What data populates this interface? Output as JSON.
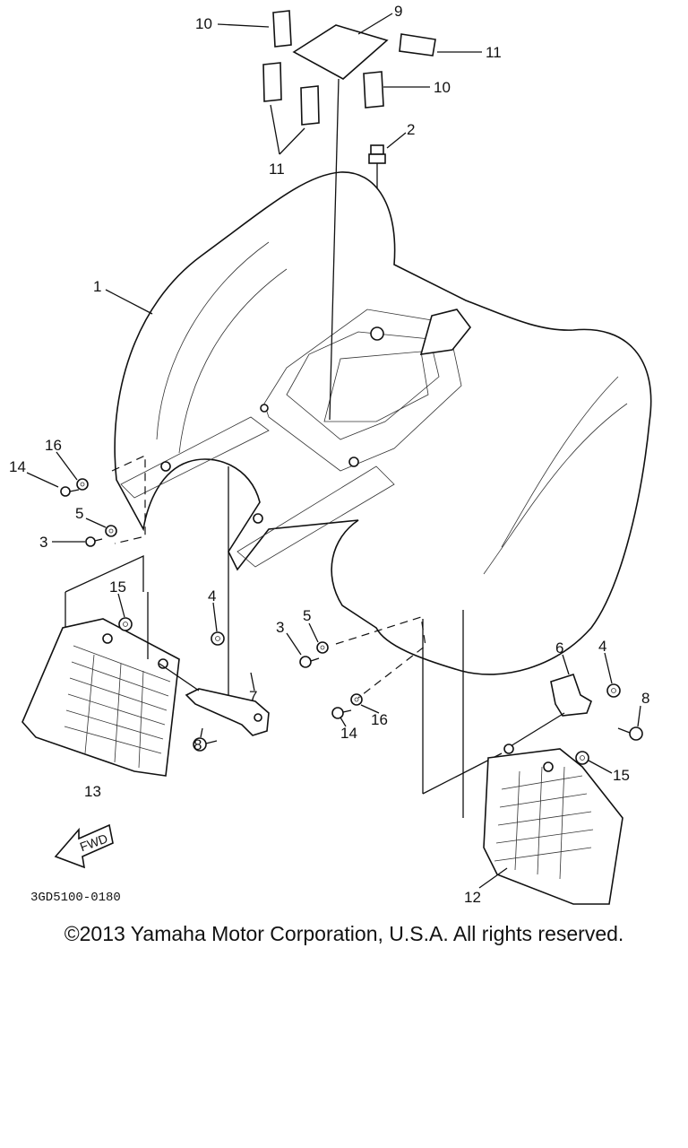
{
  "callouts": {
    "n1": "1",
    "n2": "2",
    "n3a": "3",
    "n3b": "3",
    "n4a": "4",
    "n4b": "4",
    "n5a": "5",
    "n5b": "5",
    "n6": "6",
    "n7": "7",
    "n8a": "8",
    "n8b": "8",
    "n9": "9",
    "n10a": "10",
    "n10b": "10",
    "n11a": "11",
    "n11b": "11",
    "n12": "12",
    "n13": "13",
    "n14a": "14",
    "n14b": "14",
    "n15a": "15",
    "n15b": "15",
    "n16a": "16",
    "n16b": "16"
  },
  "fwd_label": "FWD",
  "diagram_code": "3GD5100-0180",
  "copyright": "©2013 Yamaha Motor Corporation, U.S.A. All rights reserved."
}
